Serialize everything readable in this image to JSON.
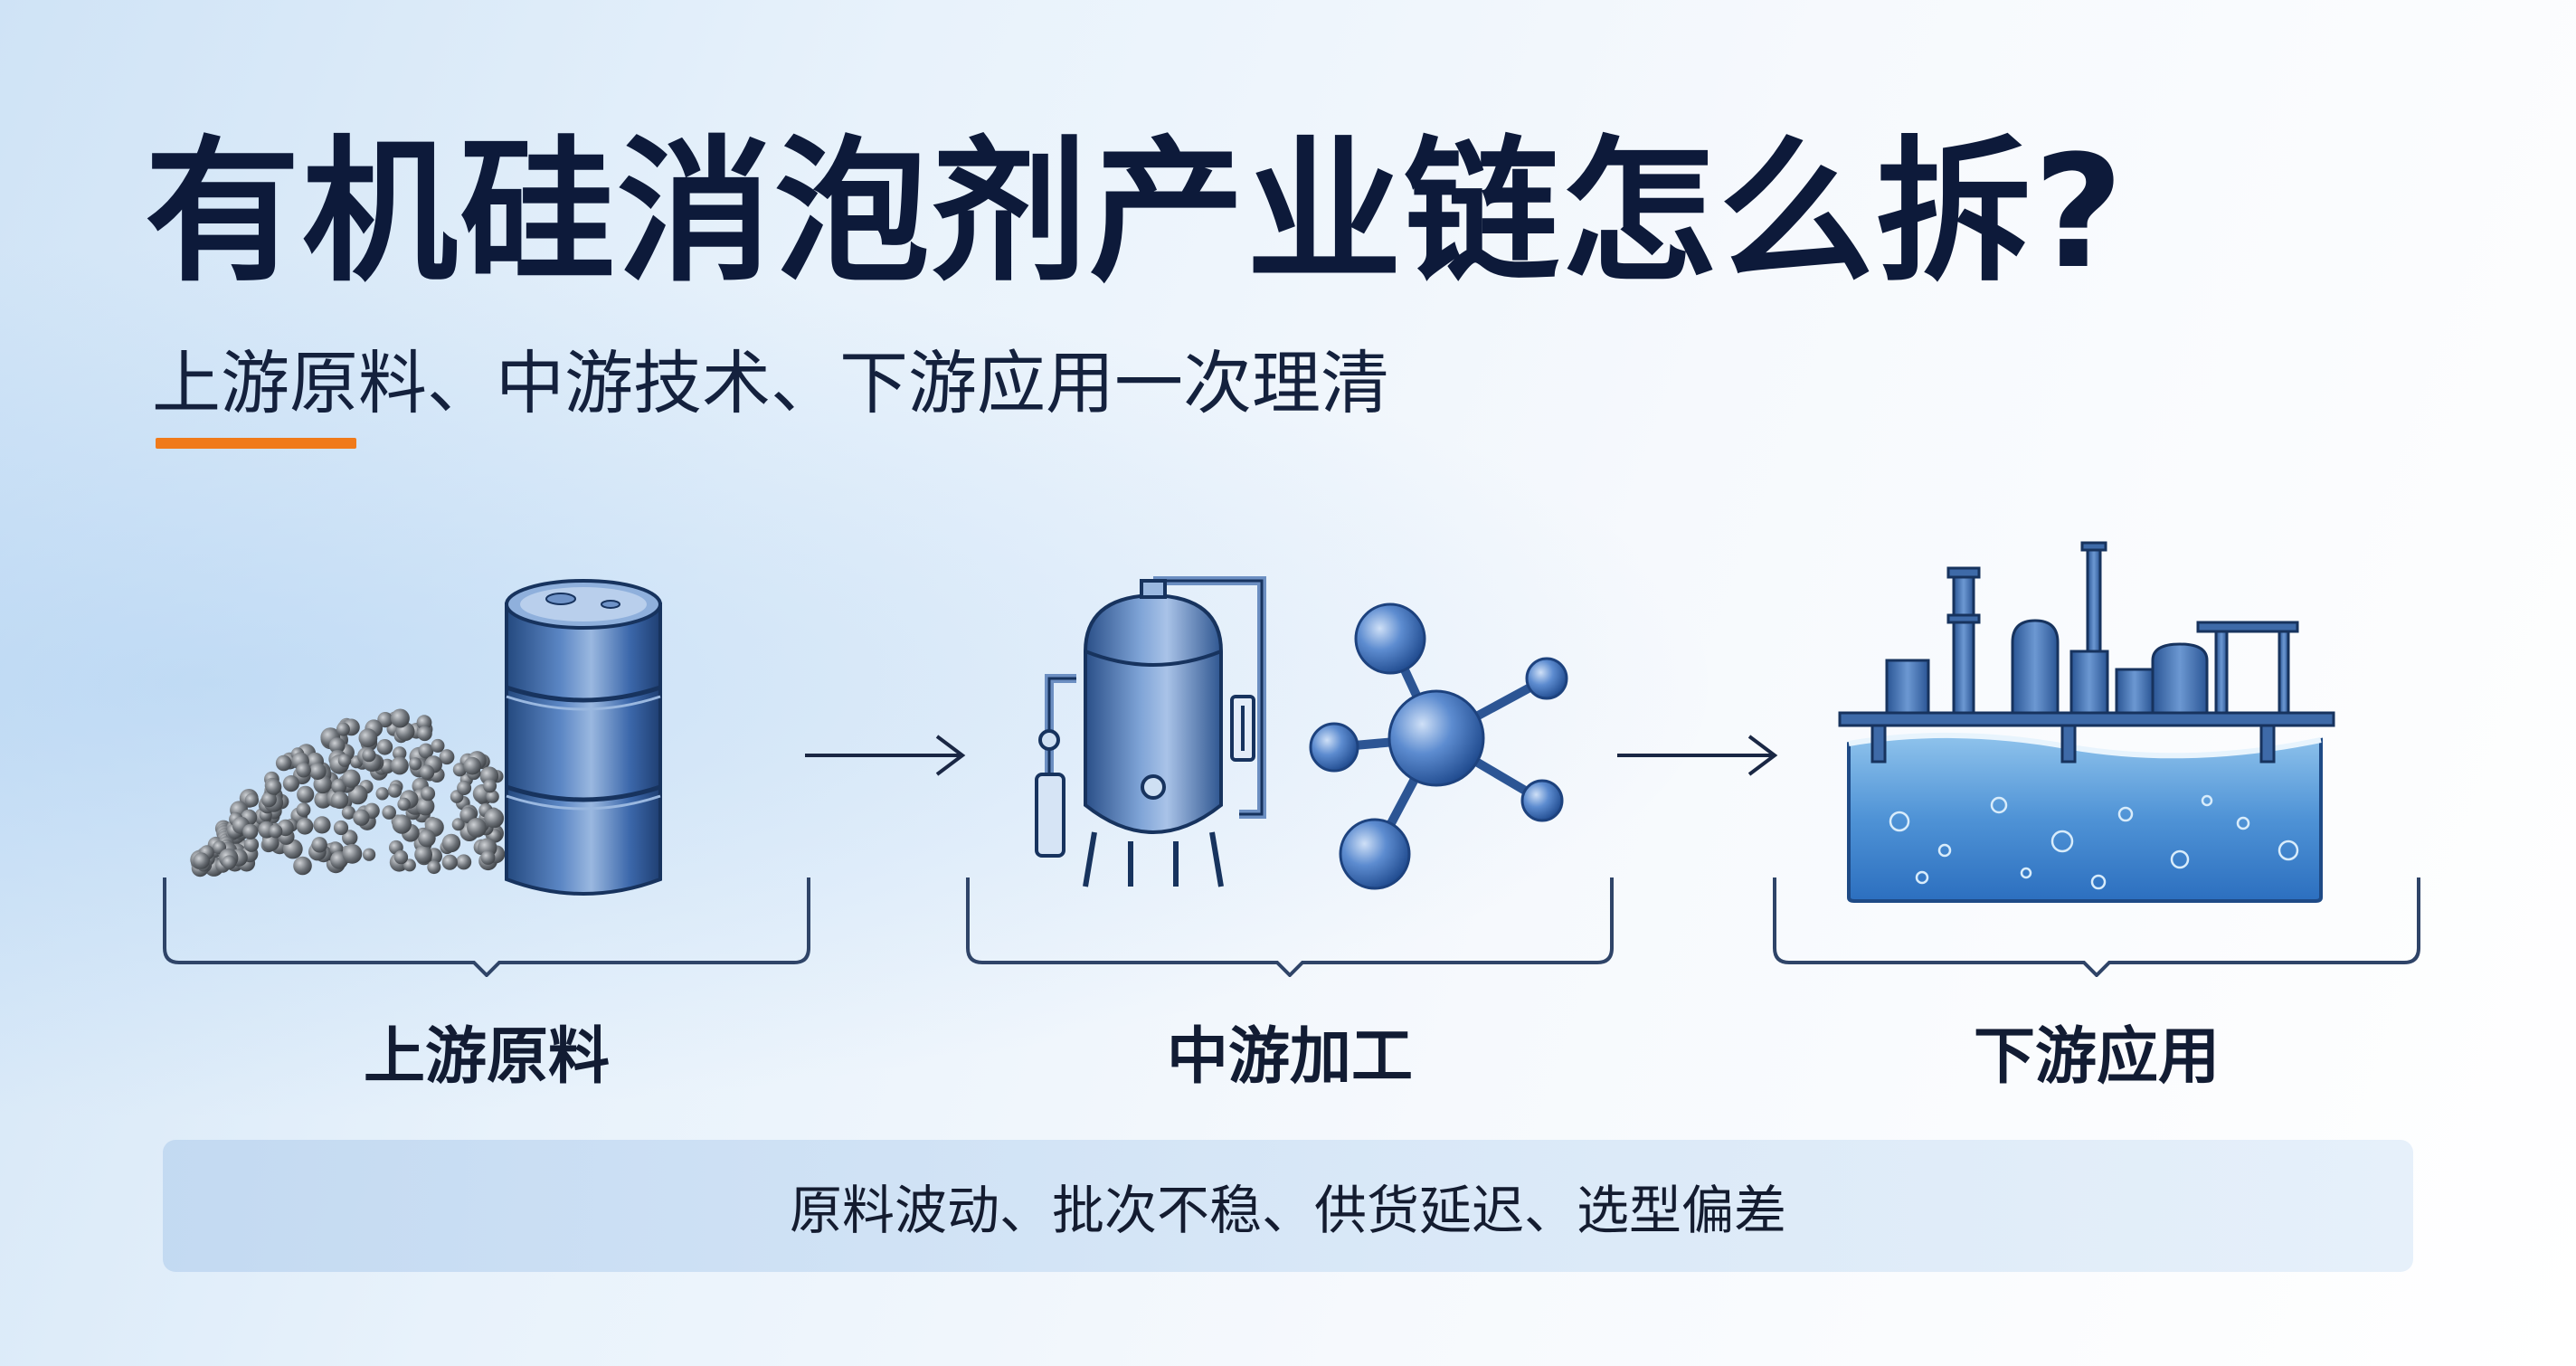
{
  "header": {
    "title": "有机硅消泡剂产业链怎么拆?",
    "subtitle": "上游原料、中游技术、下游应用一次理清"
  },
  "stages": [
    {
      "label": "上游原料",
      "icon": "barrel-and-granules-icon"
    },
    {
      "label": "中游加工",
      "icon": "reactor-and-molecule-icon"
    },
    {
      "label": "下游应用",
      "icon": "industrial-plant-water-icon"
    }
  ],
  "note": {
    "text": "原料波动、批次不稳、供货延迟、选型偏差"
  },
  "colors": {
    "title": "#0d1a3a",
    "accent": "#f07a1a",
    "steel_blue": "#3c68ab",
    "bracket": "#2f4468"
  }
}
